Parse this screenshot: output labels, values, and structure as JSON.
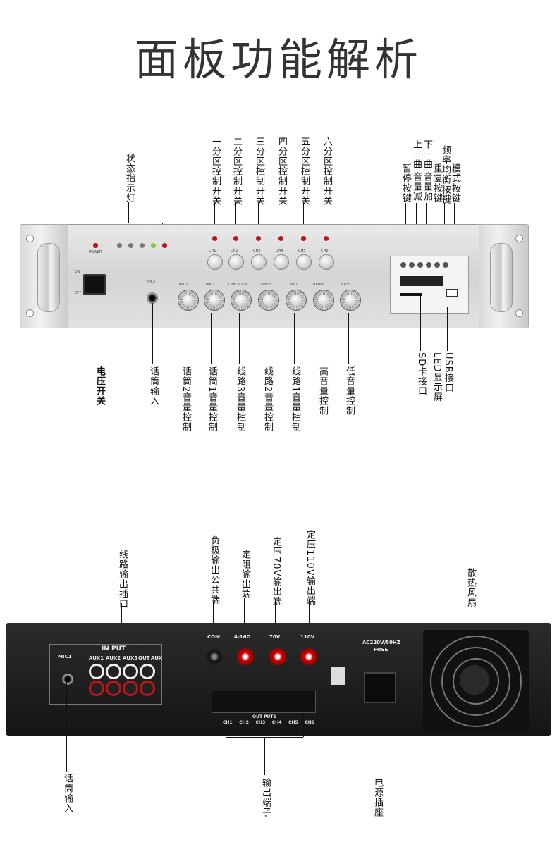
{
  "title": "面板功能解析",
  "front_panel": {
    "labels_top": {
      "status": "状态指示灯",
      "zone1": "一分区控制开关",
      "zone2": "二分区控制开关",
      "zone3": "三分区控制开关",
      "zone4": "四分区控制开关",
      "zone5": "五分区控制开关",
      "zone6": "六分区控制开关",
      "pause": "暂停按键",
      "prev": "上一曲",
      "next": "下一曲",
      "vol_down": "音量减",
      "vol_up": "音量加",
      "repeat": "重复按键",
      "eq": "频率均衡按键",
      "mode": "模式按键"
    },
    "labels_bottom": {
      "power_switch": "电压开关",
      "mic_in": "话筒输入",
      "mic2_vol": "话筒2音量控制",
      "mic1_vol": "话筒1音量控制",
      "line3_vol": "线路3音量控制",
      "line2_vol": "线路2音量控制",
      "line1_vol": "线路1音量控制",
      "treble": "高音量控制",
      "bass": "低音量控制",
      "sd": "SD卡接口",
      "led": "LED显示屏",
      "usb": "USB接口"
    },
    "printed": {
      "power": "POWER",
      "on": "ON",
      "off": "OFF",
      "mic": "MIC2",
      "ch": [
        "CH1",
        "CH2",
        "CH3",
        "CH4",
        "CH5",
        "CH6"
      ],
      "knobs": [
        "MIC2",
        "MIC1",
        "LINE3/USB",
        "LINE2",
        "LINE1",
        "TREBLE",
        "BASS"
      ]
    }
  },
  "rear_panel": {
    "labels_top": {
      "line_out": "线路输出插口",
      "com": "负极输出公共端",
      "ohm": "定阻输出端",
      "v70": "定压70V输出端",
      "v110": "定压110V输出端",
      "fan": "散热风扇"
    },
    "labels_bottom": {
      "mic_in": "话筒输入",
      "terminal": "输出端子",
      "power_socket": "电源插座"
    },
    "printed": {
      "mic1": "MIC1",
      "input": "IN PUT",
      "aux": [
        "AUX1",
        "AUX2",
        "AUX3",
        "OUT",
        "AUX"
      ],
      "com": "COM",
      "ohm": "4-16Ω",
      "v70": "70V",
      "v110": "110V",
      "ac": "AC220V/50HZ",
      "fuse": "FUSE",
      "outputs": "OUT PUTS",
      "channels": [
        "CH1",
        "CH2",
        "CH3",
        "CH4",
        "CH5",
        "CH6"
      ]
    }
  },
  "colors": {
    "red_led": "#c0141a",
    "green_led": "#7ac943",
    "rca_red": "#c0141a",
    "rca_white": "#eeeeee"
  }
}
